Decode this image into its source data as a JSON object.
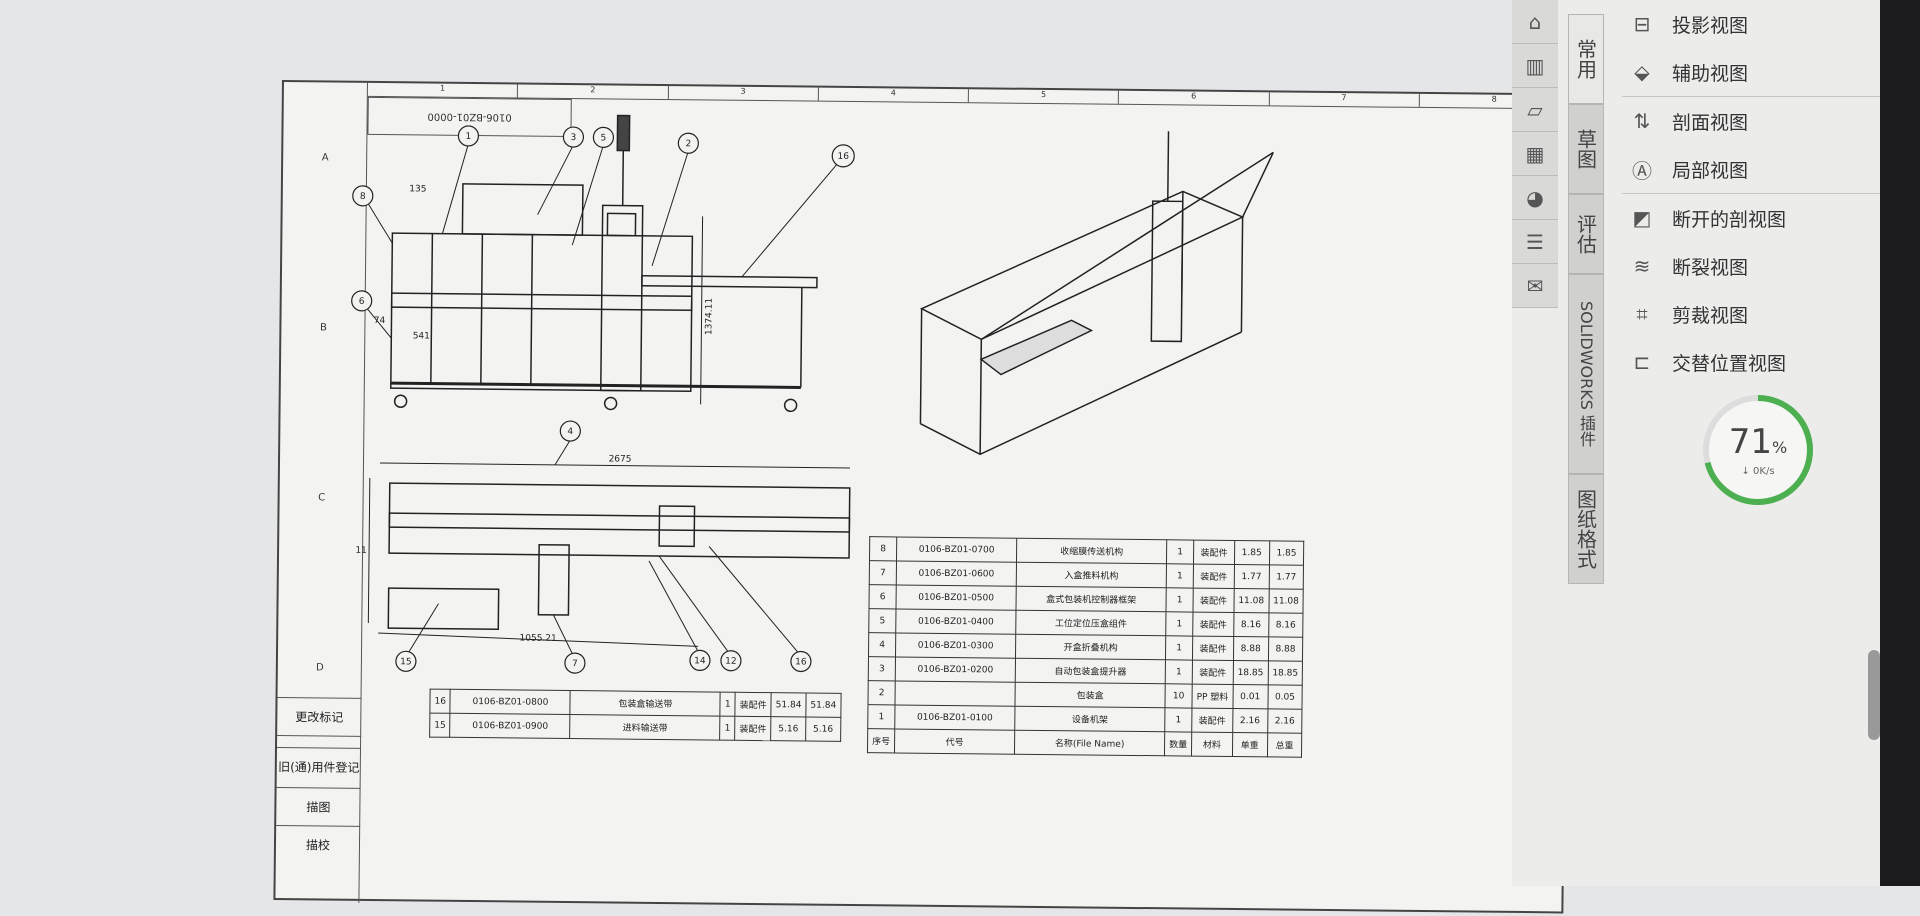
{
  "drawing": {
    "doc_number": "0106-BZ01-0000",
    "zones": [
      "1",
      "2",
      "3",
      "4",
      "5",
      "6",
      "7",
      "8"
    ],
    "rows": [
      "A",
      "B",
      "C",
      "D"
    ],
    "left_block": [
      "更改标记",
      "旧(通)用件登记",
      "描图",
      "描校"
    ],
    "balloons_front": [
      "1",
      "3",
      "5",
      "2",
      "16",
      "8",
      "6"
    ],
    "balloons_top": [
      "4",
      "15",
      "7",
      "14",
      "12",
      "16"
    ],
    "dimensions": [
      "135",
      "74",
      "541",
      "1374.11",
      "2675",
      "1055.21",
      "11"
    ]
  },
  "bom": {
    "header": [
      "序号",
      "代号",
      "名称(File Name)",
      "数量",
      "材料",
      "单重",
      "总重"
    ],
    "rows": [
      [
        "8",
        "0106-BZ01-0700",
        "收缩膜传送机构",
        "1",
        "装配件",
        "1.85",
        "1.85"
      ],
      [
        "7",
        "0106-BZ01-0600",
        "入盒推料机构",
        "1",
        "装配件",
        "1.77",
        "1.77"
      ],
      [
        "6",
        "0106-BZ01-0500",
        "盒式包装机控制器框架",
        "1",
        "装配件",
        "11.08",
        "11.08"
      ],
      [
        "5",
        "0106-BZ01-0400",
        "工位定位压盒组件",
        "1",
        "装配件",
        "8.16",
        "8.16"
      ],
      [
        "4",
        "0106-BZ01-0300",
        "开盒折叠机构",
        "1",
        "装配件",
        "8.88",
        "8.88"
      ],
      [
        "3",
        "0106-BZ01-0200",
        "自动包装盒提升器",
        "1",
        "装配件",
        "18.85",
        "18.85"
      ],
      [
        "2",
        "",
        "包装盒",
        "10",
        "PP 塑料",
        "0.01",
        "0.05"
      ],
      [
        "1",
        "0106-BZ01-0100",
        "设备机架",
        "1",
        "装配件",
        "2.16",
        "2.16"
      ]
    ],
    "bottom_rows": [
      [
        "16",
        "0106-BZ01-0800",
        "包装盒输送带",
        "1",
        "装配件",
        "51.84",
        "51.84"
      ],
      [
        "15",
        "0106-BZ01-0900",
        "进料输送带",
        "1",
        "装配件",
        "5.16",
        "5.16"
      ]
    ]
  },
  "panel": {
    "left_icons": [
      "home-icon",
      "parts-icon",
      "folder-icon",
      "view-palette-icon",
      "appearance-icon",
      "properties-icon",
      "forum-icon"
    ],
    "tabs": [
      "常用",
      "草图",
      "评估",
      "SOLIDWORKS 插件",
      "图纸格式"
    ],
    "menu": [
      {
        "icon": "projected-view-icon",
        "glyph": "⊟",
        "label": "投影视图"
      },
      {
        "icon": "auxiliary-view-icon",
        "glyph": "⬙",
        "label": "辅助视图"
      },
      {
        "icon": "section-view-icon",
        "glyph": "⇅",
        "label": "剖面视图"
      },
      {
        "icon": "detail-view-icon",
        "glyph": "Ⓐ",
        "label": "局部视图"
      },
      {
        "icon": "broken-out-section-icon",
        "glyph": "◩",
        "label": "断开的剖视图"
      },
      {
        "icon": "break-view-icon",
        "glyph": "≋",
        "label": "断裂视图"
      },
      {
        "icon": "crop-view-icon",
        "glyph": "⌗",
        "label": "剪裁视图"
      },
      {
        "icon": "alternate-position-icon",
        "glyph": "⊏",
        "label": "交替位置视图"
      }
    ],
    "gauge": {
      "percent": 71,
      "percent_sign": "%",
      "speed": "0K/s",
      "color": "#4caf50"
    }
  }
}
